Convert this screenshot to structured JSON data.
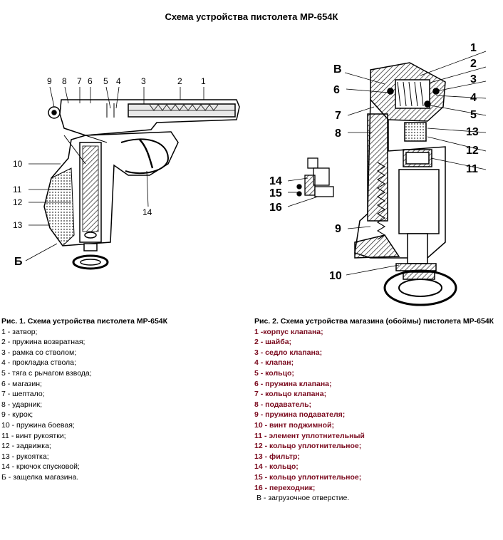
{
  "title": "Схема устройства пистолета МР-654К",
  "pistol_labels": {
    "top": [
      "9",
      "8",
      "7",
      "6",
      "5",
      "4",
      "3",
      "2",
      "1"
    ],
    "left": [
      "10",
      "11",
      "12",
      "13"
    ],
    "b": "Б",
    "bottom": "14"
  },
  "magazine_labels": {
    "left": [
      "В",
      "6",
      "7",
      "8",
      "9",
      "10"
    ],
    "right": [
      "1",
      "2",
      "3",
      "4",
      "5",
      "13",
      "12",
      "11"
    ],
    "detail": [
      "14",
      "15",
      "16"
    ]
  },
  "caption1": {
    "title": "Рис. 1. Схема устройства пистолета МР-654К",
    "items": [
      "1 - затвор;",
      "2 - пружина  возвратная;",
      "3 - рамка со стволом;",
      "4 - прокладка ствола;",
      "5 - тяга с рычагом взвода;",
      "6 - магазин;",
      "7 - шептало;",
      "8 - ударник;",
      "9 - курок;",
      "10 - пружина боевая;",
      "11 - винт рукоятки;",
      "12 - задвижка;",
      "13 - рукоятка;",
      "14 - крючок спусковой;",
      "Б - защелка магазина."
    ]
  },
  "caption2": {
    "title": "Рис. 2. Схема устройства магазина (обоймы) пистолета МР-654К",
    "items": [
      "1 -корпус клапана;",
      "2 - шайба;",
      "3 - седло клапана;",
      "4 - клапан;",
      "5 - кольцо;",
      "6 - пружина клапана;",
      "7 - кольцо клапана;",
      "8 - подаватель;",
      "9 - пружина подавателя;",
      "10 - винт поджимной;",
      "11 - элемент уплотнительный",
      "12 - кольцо уплотнительное;",
      "13 - фильтр;",
      "14 - кольцо;",
      "15 - кольцо уплотнительное;",
      "16 - переходник;"
    ],
    "note": "В - загрузочное отверстие."
  },
  "colors": {
    "caption_red": "#7a0a1e",
    "ink": "#000000",
    "hatch": "#555555"
  }
}
